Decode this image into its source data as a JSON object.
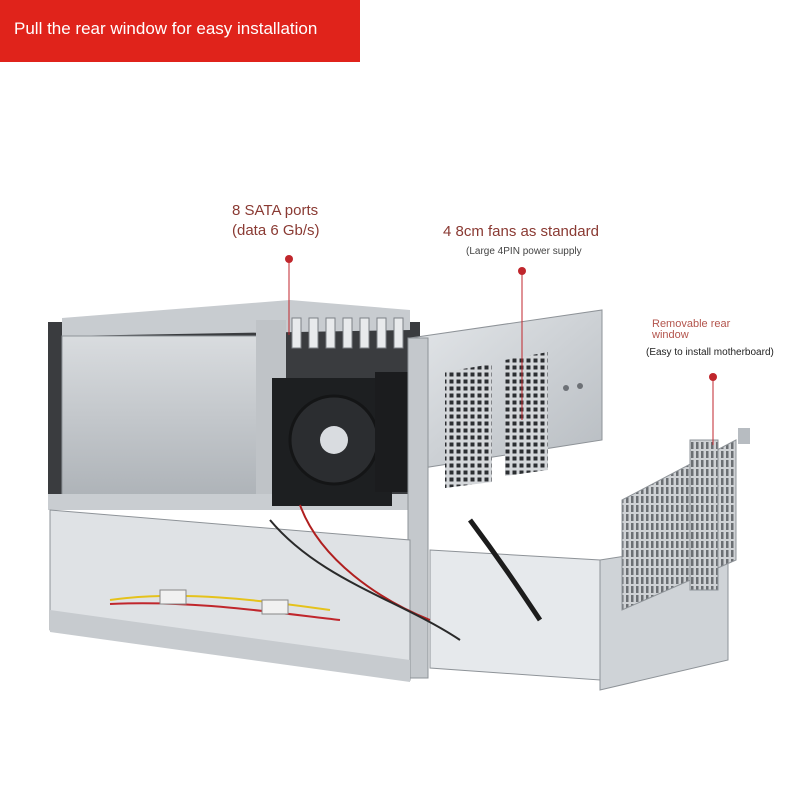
{
  "banner": {
    "text": "Pull the rear window for easy installation",
    "color": "#e0231b"
  },
  "callouts": {
    "sata_line1": "8 SATA ports",
    "sata_line2": "(data 6 Gb/s)",
    "fans_title": "4 8cm fans as standard",
    "fans_sub": "(Large 4PIN power supply",
    "rear_line1": "Removable rear",
    "rear_line2": "window",
    "rear_sub": "(Easy to install motherboard)",
    "marker_color": "#c0262c"
  }
}
